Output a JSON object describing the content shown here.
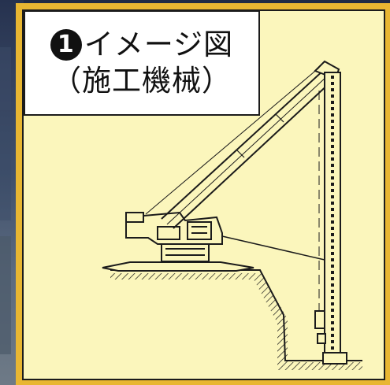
{
  "title": {
    "number": "1",
    "line1": "イメージ図",
    "line2": "（施工機械）"
  },
  "colors": {
    "frame": "#e8b632",
    "panel": "#fbf6bc",
    "ink": "#1b1b1b"
  }
}
